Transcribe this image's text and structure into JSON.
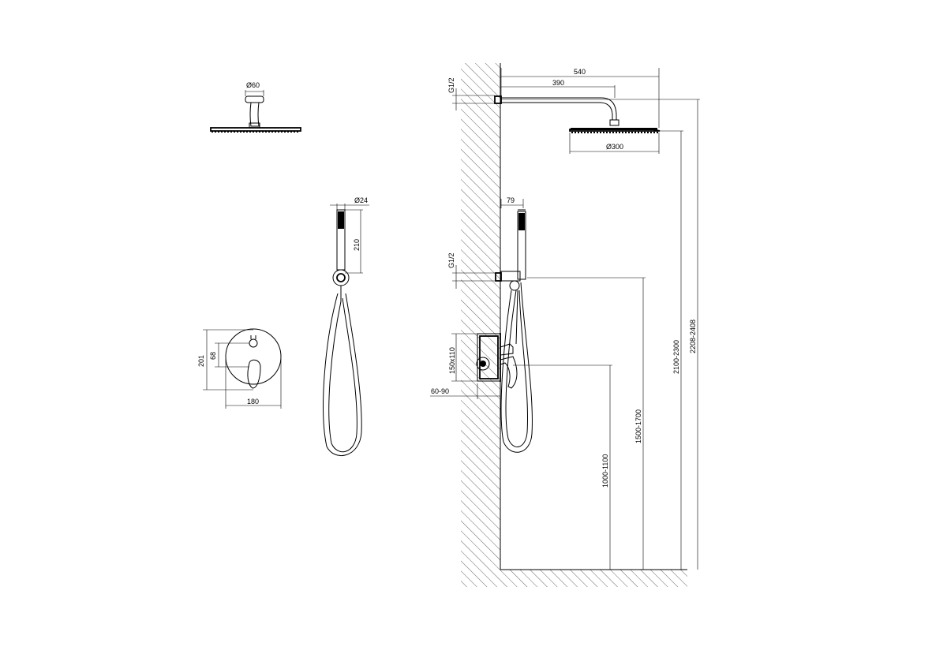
{
  "dimensions": {
    "overhead_arm_dia": "Ø60",
    "hand_shower_dia": "Ø24",
    "hand_shower_length": "210",
    "mixer_plate_height": "201",
    "mixer_knob_spacing": "68",
    "mixer_plate_width": "180",
    "arm_total_projection": "540",
    "arm_projection": "390",
    "head_dia": "Ø300",
    "inlet_top": "G1/2",
    "holder_offset": "79",
    "inlet_bottom": "G1/2",
    "box_size": "150x110",
    "box_depth": "60-90",
    "mixer_height": "1000-1100",
    "outlet_height": "1500-1700",
    "head_height": "2100-2300",
    "inlet_height": "2208-2408"
  },
  "icons": [
    "overhead-shower-icon",
    "hand-shower-icon",
    "mixer-plate-icon",
    "wall-hatch-icon"
  ]
}
